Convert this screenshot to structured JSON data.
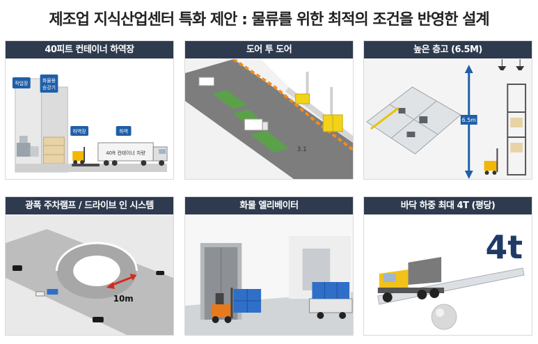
{
  "title": "제조업 지식산업센터 특화 제안 : 물류를 위한 최적의 조건을 반영한 설계",
  "cards": [
    {
      "title": "40피트 컨테이너 하역장",
      "labels": {
        "workplace": "작업장",
        "freight_lift_1": "화물용",
        "freight_lift_2": "승강기",
        "loading_dock": "하역장",
        "loading": "하역",
        "container_text": "40ft 컨테이너 차량"
      }
    },
    {
      "title": "도어 투 도어",
      "labels": {
        "wall_mark": "3.1"
      }
    },
    {
      "title": "높은 층고 (6.5M)",
      "labels": {
        "height": "6.5m"
      }
    },
    {
      "title": "광폭 주차램프 / 드라이브 인 시스템",
      "labels": {
        "ramp_width": "10m"
      }
    },
    {
      "title": "화물 엘리베이터",
      "labels": {}
    },
    {
      "title": "바닥 하중 최대 4T (평당)",
      "labels": {
        "load": "4t"
      }
    }
  ],
  "colors": {
    "header_bg": "#2e3b4e",
    "label_blue": "#1f5fa8",
    "forklift_yellow": "#f2b705",
    "box_blue": "#2f6fc8",
    "ramp_red": "#d42a1c"
  }
}
